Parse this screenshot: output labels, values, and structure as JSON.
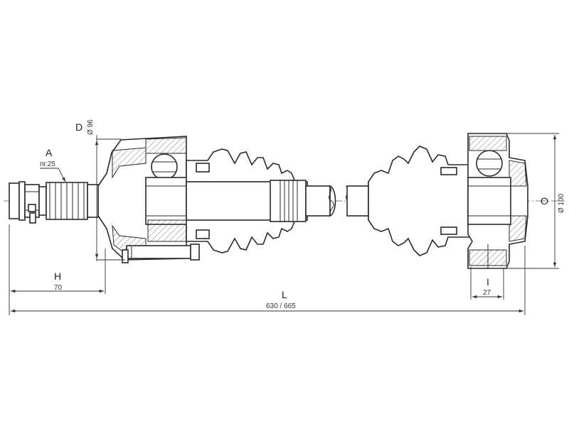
{
  "dimensions": {
    "A": {
      "letter": "A",
      "value": "пг.25"
    },
    "D": {
      "letter": "D",
      "value": "Ø 96"
    },
    "H": {
      "letter": "H",
      "value": "70"
    },
    "L": {
      "letter": "L",
      "value": "630 / 665"
    },
    "I": {
      "letter": "I",
      "value": "27"
    },
    "O": {
      "letter": "O",
      "value": "Ø 100"
    }
  }
}
